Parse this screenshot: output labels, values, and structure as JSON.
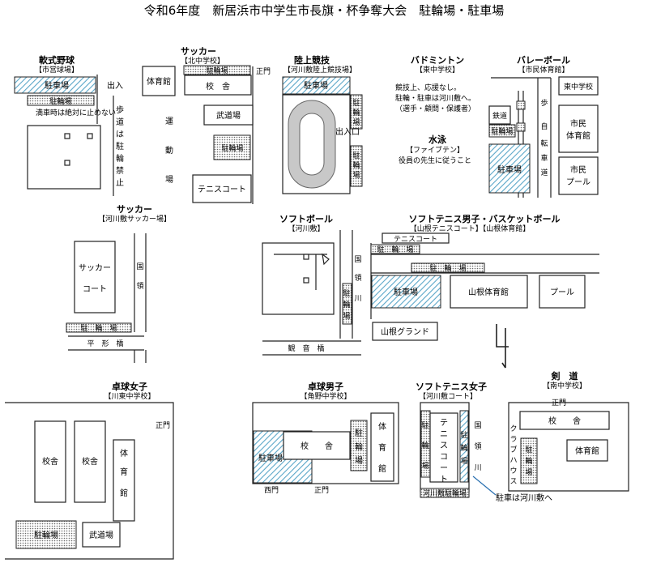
{
  "title": "令和6年度　新居浜市中学生市長旗・杯争奪大会　駐輪場・駐車場",
  "venues": {
    "nanshiki": {
      "name": "軟式野球",
      "sub": "【市営球場】",
      "parking": "駐車場",
      "bikes": "駐輪場",
      "entrance": "出入",
      "note": "満車時は絶対に止めない",
      "walk": [
        "歩",
        "道",
        "は",
        "駐",
        "輪",
        "禁",
        "止"
      ]
    },
    "soccer_n": {
      "name": "サッカー",
      "sub": "【北中学校】",
      "parking_bike": "駐輪場",
      "school": "校　舎",
      "gym": "体育館",
      "weight": "武道場",
      "bikes": "駐輪場",
      "tennis": "テニスコート",
      "gate": "正門",
      "field": [
        "運",
        "動",
        "場"
      ]
    },
    "rikujo": {
      "name": "陸上競技",
      "sub": "【河川敷陸上競技場】",
      "parking": "駐車場",
      "bikes1": [
        "駐",
        "輪",
        "場"
      ],
      "bikes2": [
        "駐",
        "輪",
        "場"
      ],
      "entrance": "出入口"
    },
    "badminton": {
      "name": "バドミントン",
      "sub": "【東中学校】",
      "note": [
        "競技上、応援なし。",
        "駐輪・駐車は河川敷へ。",
        "（選手・顧問・保護者）"
      ]
    },
    "swim": {
      "name": "水泳",
      "sub": "【ファイブテン】",
      "note": "役員の先生に従うこと"
    },
    "volley": {
      "name": "バレーボール",
      "sub": "【市民体育館】",
      "school": "東中学校",
      "rail": "鉄道",
      "bikes": "駐輪場",
      "parking": "駐車場",
      "gym": [
        "市民",
        "体育館"
      ],
      "pool": [
        "市民",
        "プール"
      ],
      "path": [
        "歩",
        "自",
        "転",
        "車",
        "道"
      ]
    },
    "soccer_r": {
      "name": "サッカー",
      "sub": "【河川敷サッカー場】",
      "court": [
        "サッカー",
        "コート"
      ],
      "bikes": "駐　輪　場",
      "flat": "平　形　橋",
      "road": [
        "国",
        "領"
      ]
    },
    "softball": {
      "name": "ソフトボール",
      "sub": "【河川敷】",
      "river": [
        "国",
        "領",
        "川"
      ],
      "bikes": [
        "駐",
        "輪",
        "場"
      ],
      "bridge": "観　音　橋"
    },
    "softtennis_m": {
      "name": "ソフトテニス男子・バスケットボール",
      "sub": "【山根テニスコート】【山根体育館】",
      "tennis": "テニスコート",
      "bikes1": "駐　輪　場",
      "bikes2": "駐　輪　場",
      "parking": "駐車場",
      "gym": "山根体育館",
      "pool": "プール",
      "ground": "山根グランド"
    },
    "tt_girls": {
      "name": "卓球女子",
      "sub": "【川東中学校】",
      "gate": "正門",
      "school1": "校舎",
      "school2": "校舎",
      "gym": [
        "体",
        "育",
        "館"
      ],
      "bikes": "駐輪場",
      "budo": "武道場"
    },
    "tt_boys": {
      "name": "卓球男子",
      "sub": "【角野中学校】",
      "school": "校　　舎",
      "parking": "駐車場",
      "bikes": [
        "駐",
        "輪",
        "場"
      ],
      "gym": [
        "体",
        "育",
        "館"
      ],
      "west": "西門",
      "main": "正門"
    },
    "st_girls": {
      "name": "ソフトテニス女子",
      "sub": "【河川敷コート】",
      "court": [
        "テ",
        "ニ",
        "ス",
        "コ",
        "ー",
        "ト"
      ],
      "bikes_left": [
        "駐",
        "輪",
        "場"
      ],
      "bikes_right": [
        "駐",
        "輪",
        "場"
      ],
      "river": [
        "国",
        "領",
        "川"
      ],
      "bottom": "河川敷駐輪場",
      "note": "駐車は河川敷へ"
    },
    "kendo": {
      "name": "剣　道",
      "sub": "【南中学校】",
      "gate": "正門",
      "school": "校　　舎",
      "gym": "体育館",
      "bikes": [
        "駐",
        "輪",
        "場"
      ],
      "club": [
        "ク",
        "ラ",
        "ブ",
        "ハ",
        "ウ",
        "ス"
      ]
    }
  },
  "colors": {
    "hatch": "#5aa6c8",
    "dots": "#6a6a6a"
  }
}
